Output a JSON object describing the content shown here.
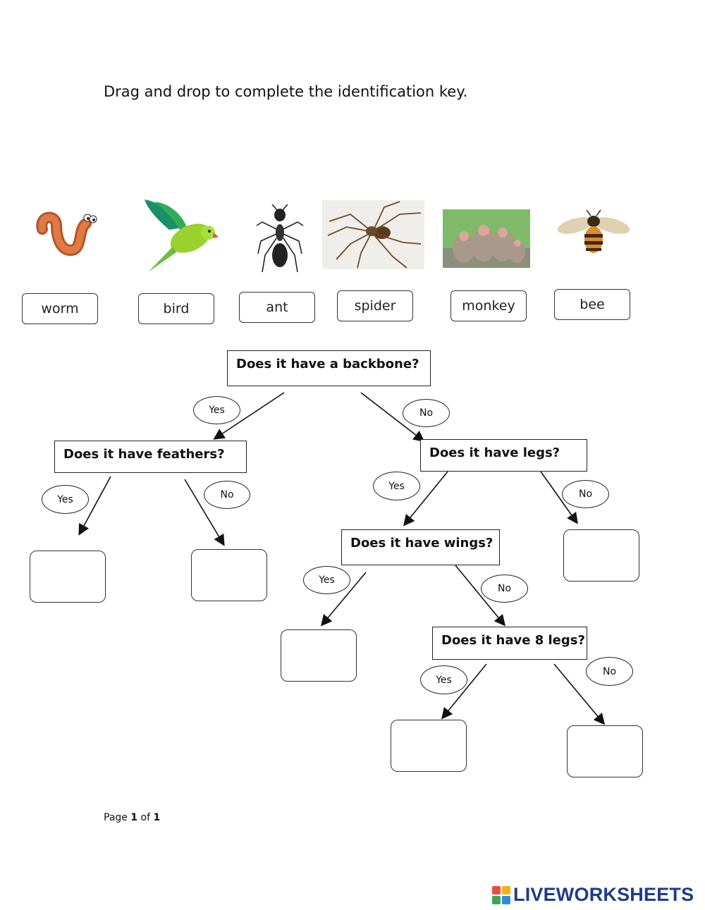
{
  "instruction": "Drag and drop to complete the identification key.",
  "word_bank": [
    {
      "label": "worm"
    },
    {
      "label": "bird"
    },
    {
      "label": "ant"
    },
    {
      "label": "spider"
    },
    {
      "label": "monkey"
    },
    {
      "label": "bee"
    }
  ],
  "questions": {
    "backbone": "Does it have a backbone?",
    "feathers": "Does it have feathers?",
    "legs": "Does it have legs?",
    "wings": "Does it have wings?",
    "eight_legs": "Does it have 8 legs?"
  },
  "answers": {
    "yes": "Yes",
    "no": "No"
  },
  "footer": {
    "prefix": "Page ",
    "current": "1",
    "middle": " of ",
    "total": "1"
  },
  "brand": {
    "name": "LIVEWORKSHEETS"
  },
  "colors": {
    "brand": "#1f3c88"
  }
}
